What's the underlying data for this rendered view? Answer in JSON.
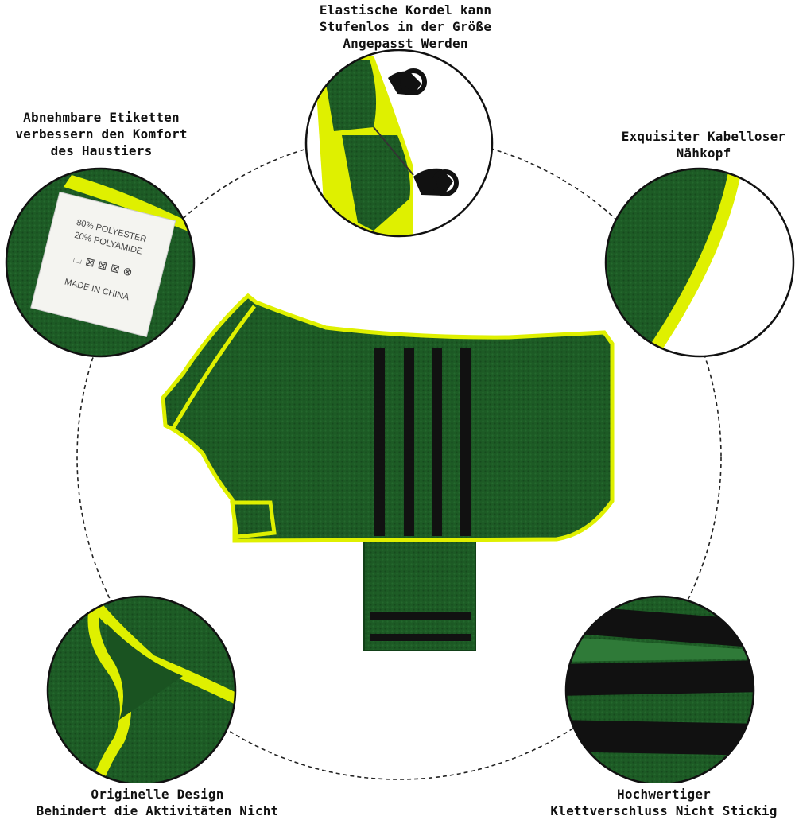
{
  "captions": {
    "top": [
      "Elastische Kordel kann",
      "Stufenlos in der Größe",
      "Angepasst Werden"
    ],
    "left": [
      "Abnehmbare Etiketten",
      "verbessern den Komfort",
      "des Haustiers"
    ],
    "right": [
      "Exquisiter Kabelloser",
      "Nähkopf"
    ],
    "bottom_left": [
      "Originelle Design",
      "Behindert die Aktivitäten Nicht"
    ],
    "bottom_right": [
      "Hochwertiger",
      "Klettverschluss Nicht Stickig"
    ]
  },
  "label_tag": {
    "line1": "80% POLYESTER",
    "line2": "20% POLYAMIDE",
    "line3": "MADE IN CHINA"
  },
  "colors": {
    "towel_green": "#1c5a24",
    "towel_dark": "#124018",
    "trim_yellow": "#dff000",
    "strap_black": "#111111",
    "dashed_ring": "#222222"
  }
}
